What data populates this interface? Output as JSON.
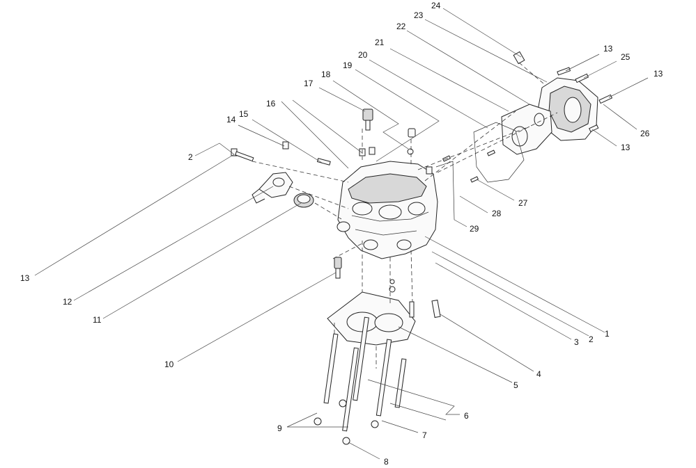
{
  "callouts": {
    "c1": "1",
    "c2a": "2",
    "c2b": "2",
    "c3": "3",
    "c4": "4",
    "c5": "5",
    "c6": "6",
    "c7": "7",
    "c8": "8",
    "c9": "9",
    "c10": "10",
    "c11": "11",
    "c12": "12",
    "c13a": "13",
    "c13b": "13",
    "c13c": "13",
    "c13d": "13",
    "c14": "14",
    "c15": "15",
    "c16": "16",
    "c17": "17",
    "c18": "18",
    "c19": "19",
    "c20": "20",
    "c21": "21",
    "c22": "22",
    "c23": "23",
    "c24": "24",
    "c25": "25",
    "c26": "26",
    "c27": "27",
    "c28": "28",
    "c29": "29"
  }
}
